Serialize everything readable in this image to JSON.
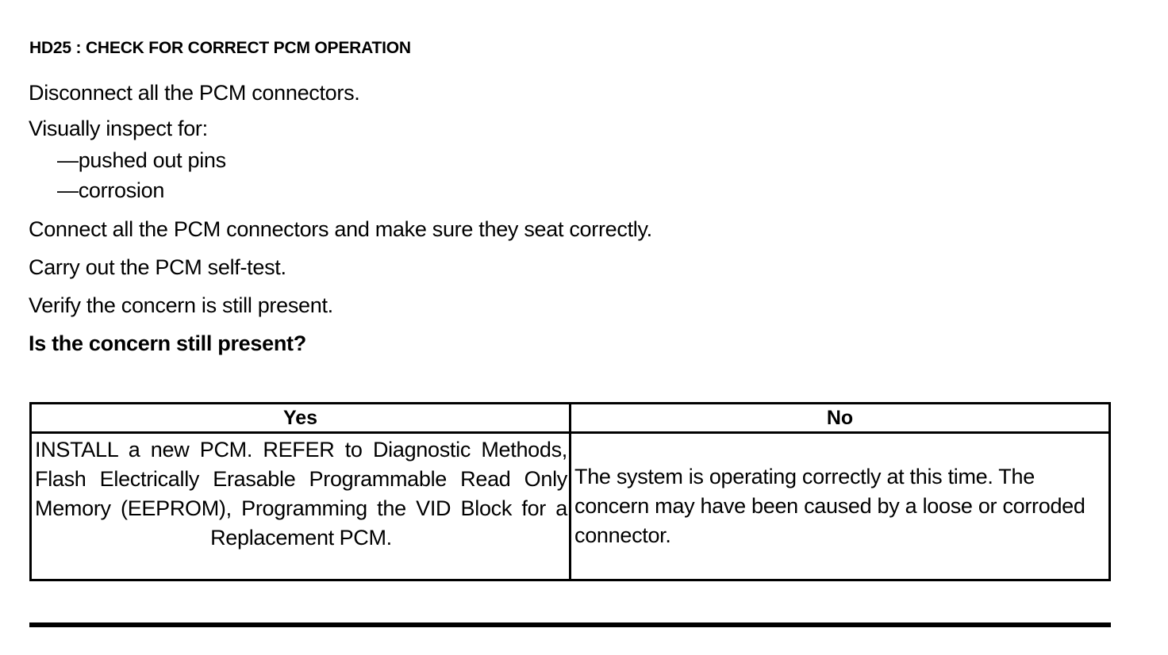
{
  "document": {
    "heading": "HD25 : CHECK FOR CORRECT PCM OPERATION",
    "steps": [
      {
        "text": "Disconnect all the PCM connectors.",
        "bold": false
      },
      {
        "text": "Visually inspect for:",
        "bold": false
      }
    ],
    "inspect_items": [
      "—pushed out pins",
      "—corrosion"
    ],
    "steps_after": [
      {
        "text": "Connect all the PCM connectors and make sure they seat correctly.",
        "bold": false
      },
      {
        "text": "Carry out the PCM self-test.",
        "bold": false
      },
      {
        "text": "Verify the concern is still present.",
        "bold": false
      },
      {
        "text": "Is the concern still present?",
        "bold": true
      }
    ],
    "decision_table": {
      "headers": [
        "Yes",
        "No"
      ],
      "cells": [
        "INSTALL a new PCM. REFER to Diagnostic Methods, Flash Electrically Erasable Programmable Read Only Memory (EEPROM), Programming the VID Block for a Replacement PCM.",
        "The system is operating correctly at this time. The concern may have been caused by a loose or corroded connector."
      ]
    }
  },
  "colors": {
    "ink": "#000000",
    "paper": "#ffffff"
  }
}
